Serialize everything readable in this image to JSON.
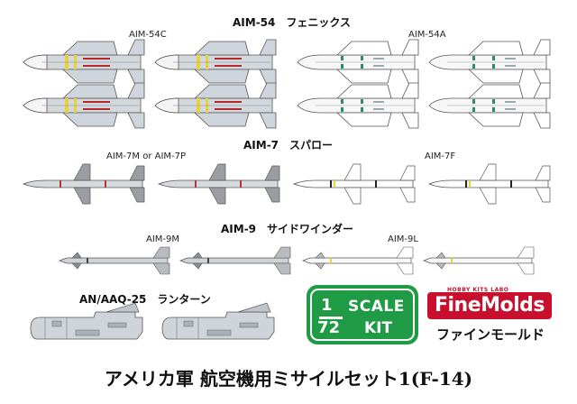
{
  "sections": {
    "aim54": "AIM-54　フェニックス",
    "aim7": "AIM-7　スパロー",
    "aim9": "AIM-9　サイドワインダー",
    "aaq25": "AN/AAQ-25　ランターン"
  },
  "labels": {
    "aim54c": "AIM-54C",
    "aim54a": "AIM-54A",
    "aim7mp": "AIM-7M or AIM-7P",
    "aim7f": "AIM-7F",
    "aim9m": "AIM-9M",
    "aim9l": "AIM-9L"
  },
  "scale_badge": {
    "numerator": "1",
    "denominator": "72",
    "scale_word": "SCALE",
    "kit_word": "KIT",
    "color": "#1f9a45"
  },
  "logo": {
    "small_text": "HOBBY KITS LABO",
    "brand": "FineMolds",
    "kana": "ファインモールド",
    "color": "#c8102e"
  },
  "main_title": "アメリカ軍 航空機用ミサイルセット1(F-14)"
}
